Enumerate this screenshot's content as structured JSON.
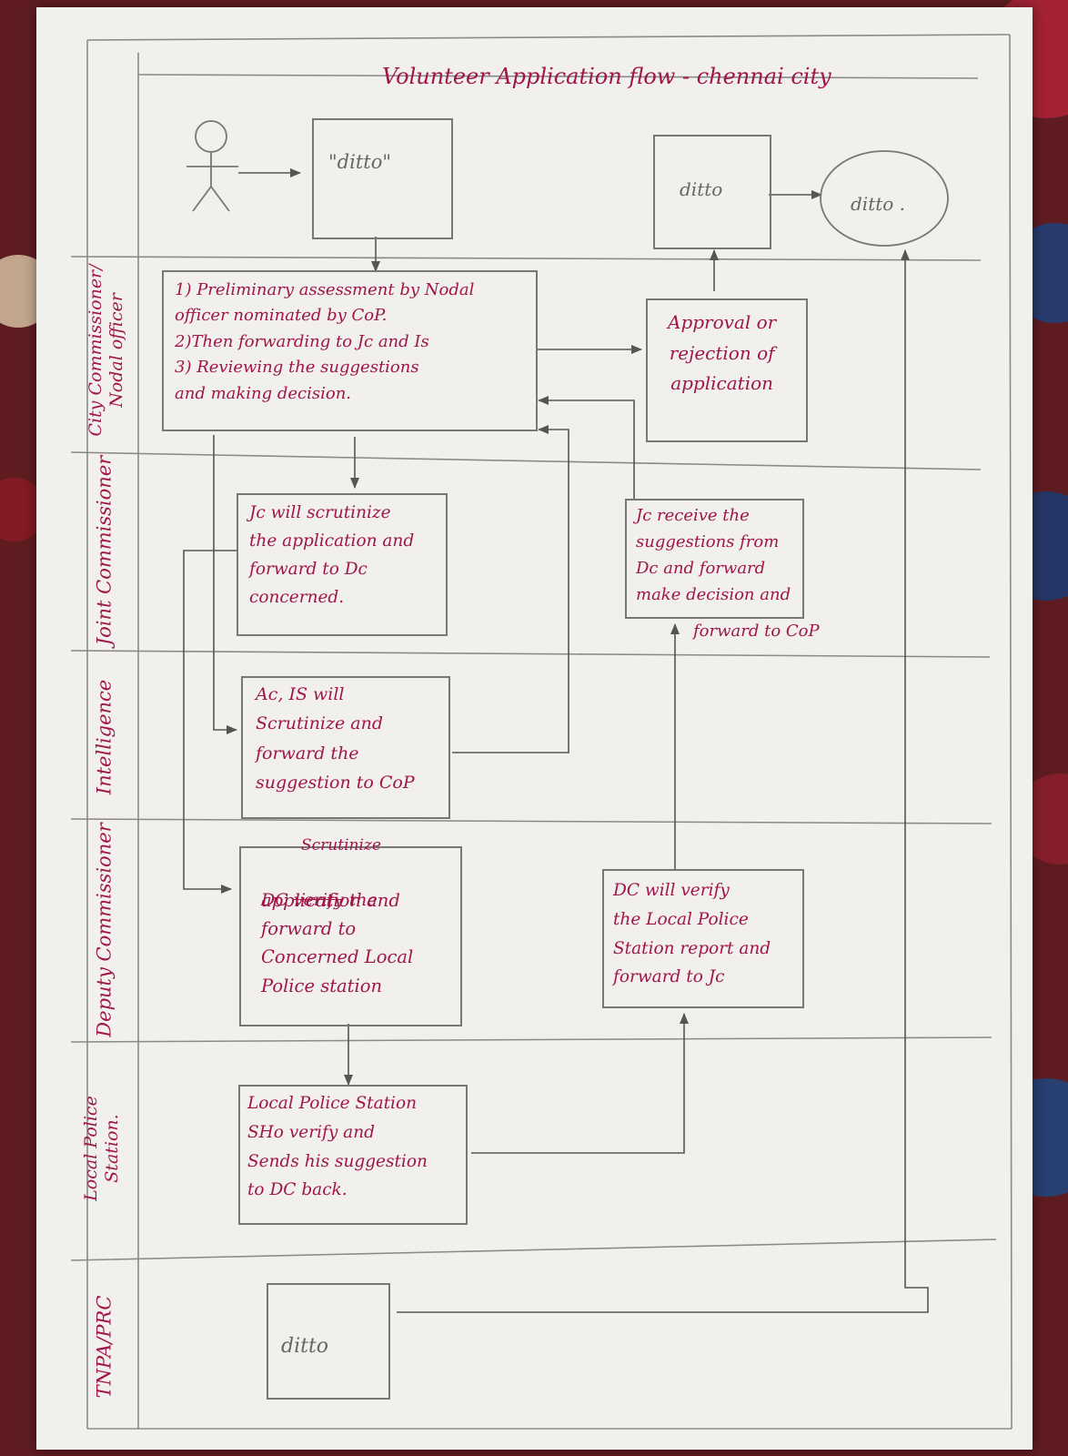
{
  "title": "Volunteer Application flow - chennai city",
  "lanes": {
    "city_commissioner": "City Commissioner/",
    "nodal_officer": "Nodal officer",
    "joint_commissioner": "Joint Commissioner",
    "intelligence": "Intelligence",
    "deputy_commissioner": "Deputy Commissioner",
    "local_police": "Local Police",
    "station": "Station.",
    "tnpa": "TNPA/PRC"
  },
  "top_row": {
    "start_box": "\"ditto\"",
    "ditto_box": "ditto",
    "ditto_circle": "ditto ."
  },
  "steps": {
    "nodal": "1) Preliminary assessment by Nodal\nofficer nominated by CoP.\n2)Then forwarding to Jc and Is\n3) Reviewing the suggestions\n   and making decision.",
    "approval": "Approval or\nrejection of\napplication",
    "jc_scrutinize": "Jc will scrutinize\nthe application and\nforward to Dc\nconcerned.",
    "jc_receive": "Jc receive the\nsuggestions from\nDc and forward\nmake decision and",
    "jc_receive_tail": "forward to CoP",
    "ac_is": "Ac, IS will\nScrutinize and\nforward the\nsuggestion to CoP",
    "dc_scrutinize_insert": "Scrutinize",
    "dc_verify_struck": "verify",
    "dc_scrutinize_head": "DC",
    "dc_scrutinize_head2": "the",
    "dc_scrutinize_rest": "application and\nforward to\nConcerned Local\nPolice station",
    "dc_verify": "DC will verify\nthe Local Police\nStation report and\nforward to Jc",
    "local_police": "Local Police Station\nSHo verify and\nSends his suggestion\nto DC back.",
    "tnpa_box": "ditto"
  },
  "colors": {
    "ink": "#a0154a",
    "pencil": "#777777",
    "paper": "#f1f0ec"
  }
}
